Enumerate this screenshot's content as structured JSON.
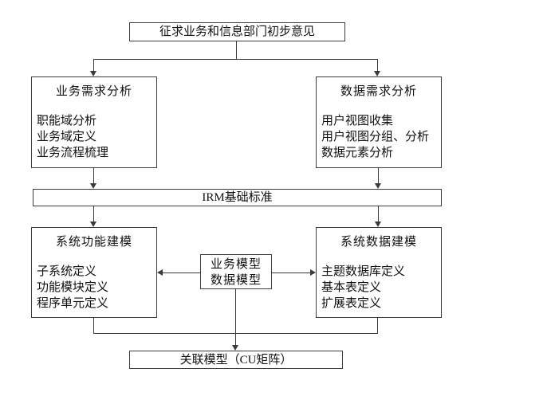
{
  "diagram": {
    "top_box": {
      "label": "征求业务和信息部门初步意见"
    },
    "left_analysis": {
      "title": "业务需求分析",
      "items": [
        "职能域分析",
        "业务域定义",
        "业务流程梳理"
      ]
    },
    "right_analysis": {
      "title": "数据需求分析",
      "items": [
        "用户视图收集",
        "用户视图分组、分析",
        "数据元素分析"
      ]
    },
    "irm_bar": {
      "label": "IRM基础标准"
    },
    "left_modeling": {
      "title": "系统功能建模",
      "items": [
        "子系统定义",
        "功能模块定义",
        "程序单元定义"
      ]
    },
    "center_model": {
      "line1": "业务模型",
      "line2": "数据模型"
    },
    "right_modeling": {
      "title": "系统数据建模",
      "items": [
        "主题数据库定义",
        "基本表定义",
        "扩展表定义"
      ]
    },
    "bottom_box": {
      "label": "关联模型（CU矩阵）"
    },
    "colors": {
      "line": "#3a3a3a",
      "background": "#ffffff",
      "text": "#111111"
    }
  }
}
